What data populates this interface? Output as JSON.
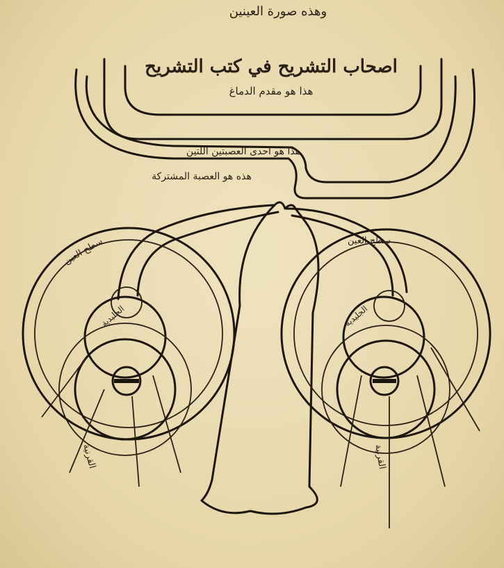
{
  "manuscript": {
    "caption_top": "وهذه صورة العينين",
    "title": "اصحاب التشريح في كتب التشريح",
    "brain_label": "هذا هو مقدم الدماغ",
    "nerve_label": "هذا هو احدى العصبتين اللتين",
    "common_nerve_label": "هذه هو العصبة المشتركة",
    "left_eye_label": "سطح العين",
    "right_eye_label": "سطح العين",
    "left_lens_label": "الجليدية",
    "right_lens_label": "الجليدية",
    "left_bottom_label": "القرنية",
    "right_bottom_label": "القرنية",
    "ink_color": "#1d160e",
    "paper_color": "#e9dcb4"
  }
}
